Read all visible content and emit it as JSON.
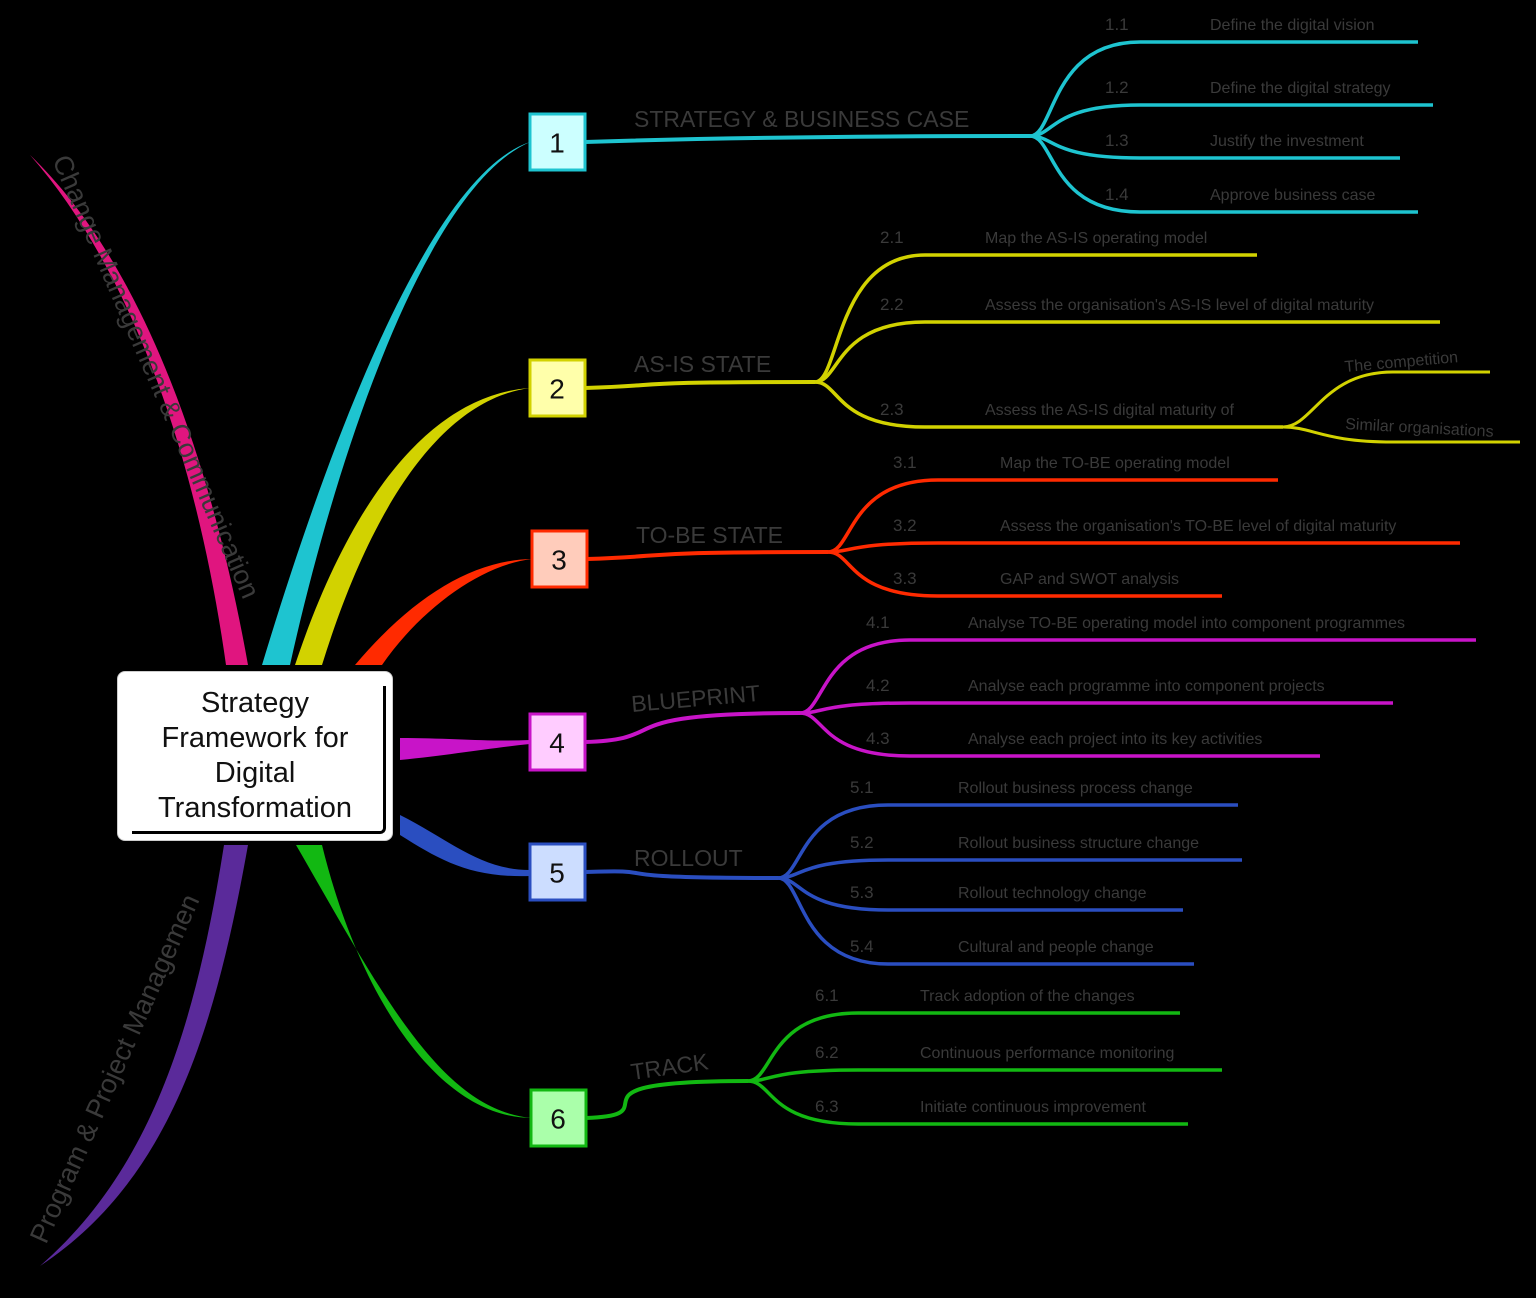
{
  "title": "Strategy\nFramework for\nDigital\nTransformation",
  "side_branches": [
    {
      "label": "Change Management & Communication",
      "color": "#e0157f"
    },
    {
      "label": "Program & Project Managemen",
      "color": "#5a2a9a"
    }
  ],
  "branches": [
    {
      "number": "1",
      "label": "STRATEGY & BUSINESS CASE",
      "color": "#1ec4d0",
      "fill": "#ccffff",
      "items": [
        {
          "number": "1.1",
          "label": "Define the digital vision"
        },
        {
          "number": "1.2",
          "label": "Define the digital strategy"
        },
        {
          "number": "1.3",
          "label": "Justify the investment"
        },
        {
          "number": "1.4",
          "label": "Approve business case"
        }
      ]
    },
    {
      "number": "2",
      "label": "AS-IS STATE",
      "color": "#d2d200",
      "fill": "#ffffaa",
      "items": [
        {
          "number": "2.1",
          "label": "Map the AS-IS operating model"
        },
        {
          "number": "2.2",
          "label": "Assess the organisation's AS-IS level of digital maturity"
        },
        {
          "number": "2.3",
          "label": "Assess the AS-IS digital maturity of",
          "children": [
            {
              "label": "The competition"
            },
            {
              "label": "Similar organisations"
            }
          ]
        }
      ]
    },
    {
      "number": "3",
      "label": "TO-BE STATE",
      "color": "#ff2a00",
      "fill": "#ffccbb",
      "items": [
        {
          "number": "3.1",
          "label": "Map the TO-BE operating model"
        },
        {
          "number": "3.2",
          "label": "Assess the organisation's TO-BE level of digital maturity"
        },
        {
          "number": "3.3",
          "label": "GAP and SWOT analysis"
        }
      ]
    },
    {
      "number": "4",
      "label": "BLUEPRINT",
      "color": "#c814c8",
      "fill": "#ffccff",
      "items": [
        {
          "number": "4.1",
          "label": "Analyse TO-BE operating model into component programmes"
        },
        {
          "number": "4.2",
          "label": "Analyse each programme into component projects"
        },
        {
          "number": "4.3",
          "label": "Analyse each project into its key activities"
        }
      ]
    },
    {
      "number": "5",
      "label": "ROLLOUT",
      "color": "#2a4ec0",
      "fill": "#ccddff",
      "items": [
        {
          "number": "5.1",
          "label": "Rollout business process change"
        },
        {
          "number": "5.2",
          "label": "Rollout business structure change"
        },
        {
          "number": "5.3",
          "label": "Rollout technology change"
        },
        {
          "number": "5.4",
          "label": "Cultural and people change"
        }
      ]
    },
    {
      "number": "6",
      "label": "TRACK",
      "color": "#12b812",
      "fill": "#aaffaa",
      "items": [
        {
          "number": "6.1",
          "label": "Track adoption of the changes"
        },
        {
          "number": "6.2",
          "label": "Continuous performance monitoring"
        },
        {
          "number": "6.3",
          "label": "Initiate continuous improvement"
        }
      ]
    }
  ]
}
